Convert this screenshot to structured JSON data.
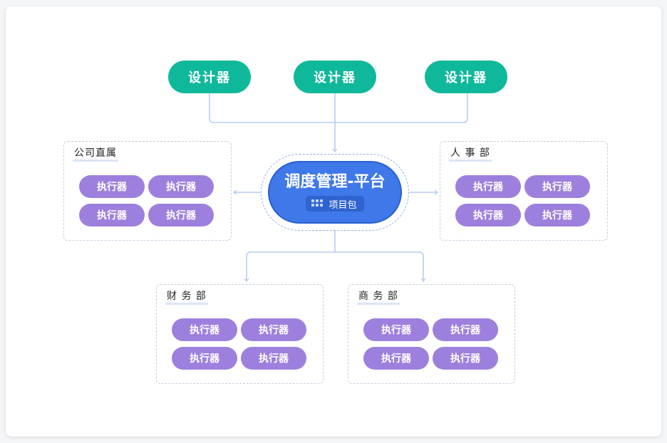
{
  "designers": [
    {
      "label": "设计器"
    },
    {
      "label": "设计器"
    },
    {
      "label": "设计器"
    }
  ],
  "center": {
    "title": "调度管理-平台",
    "chip_label": "项目包",
    "chip_icon": "grid-icon"
  },
  "departments": [
    {
      "title": "公司直属",
      "executors": [
        "执行器",
        "执行器",
        "执行器",
        "执行器"
      ]
    },
    {
      "title": "人 事 部",
      "executors": [
        "执行器",
        "执行器",
        "执行器",
        "执行器"
      ]
    },
    {
      "title": "财 务 部",
      "executors": [
        "执行器",
        "执行器",
        "执行器",
        "执行器"
      ]
    },
    {
      "title": "商 务 部",
      "executors": [
        "执行器",
        "执行器",
        "执行器",
        "执行器"
      ]
    }
  ],
  "colors": {
    "designer": "#10b89b",
    "center": "#3f78e8",
    "executor": "#9d80dd",
    "connector": "#b7cdf0"
  }
}
